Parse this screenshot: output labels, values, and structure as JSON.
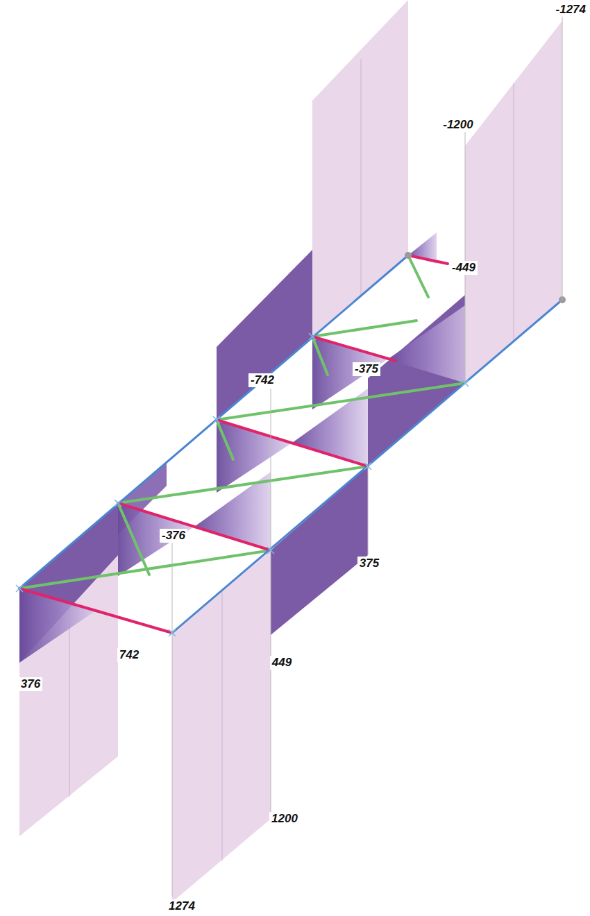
{
  "diagram": {
    "labels": [
      "-1274",
      "-1200",
      "-449",
      "-375",
      "-742",
      "-376",
      "375",
      "376",
      "742",
      "449",
      "1200",
      "1274"
    ]
  }
}
